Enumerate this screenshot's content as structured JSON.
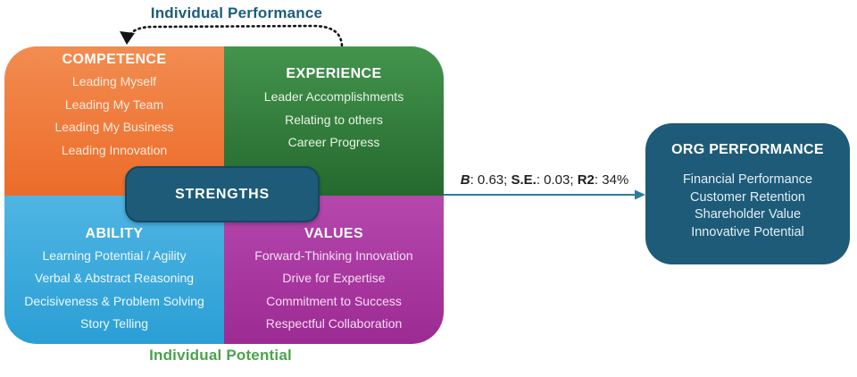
{
  "labels": {
    "individual_performance": "Individual Performance",
    "individual_potential": "Individual Potential"
  },
  "quadrants": [
    {
      "title": "COMPETENCE",
      "items": [
        "Leading Myself",
        "Leading My Team",
        "Leading My Business",
        "Leading Innovation"
      ],
      "color_top": "#F28C51",
      "color_bottom": "#EC6C29"
    },
    {
      "title": "EXPERIENCE",
      "items": [
        "Leader Accomplishments",
        "Relating to others",
        "Career Progress"
      ],
      "color_top": "#43944D",
      "color_bottom": "#25692E"
    },
    {
      "title": "ABILITY",
      "items": [
        "Learning Potential / Agility",
        "Verbal & Abstract Reasoning",
        "Decisiveness & Problem Solving",
        "Story Telling"
      ],
      "color_top": "#4FB5E3",
      "color_bottom": "#2A9FD5"
    },
    {
      "title": "VALUES",
      "items": [
        "Forward-Thinking Innovation",
        "Drive for Expertise",
        "Commitment to Success",
        "Respectful Collaboration"
      ],
      "color_top": "#B547AD",
      "color_bottom": "#9C2B94"
    }
  ],
  "strengths": {
    "label": "STRENGTHS",
    "color": "#1D5B79"
  },
  "connector": {
    "color": "#2D7D9A",
    "stats": [
      {
        "text": "B"
      },
      {
        "text": ": 0.63; "
      },
      {
        "text": "S.E."
      },
      {
        "text": ": 0.03; "
      },
      {
        "text": "R2"
      },
      {
        "text": ": 34%"
      }
    ]
  },
  "org_performance": {
    "title": "ORG PERFORMANCE",
    "color": "#1D5B79",
    "items": [
      "Financial Performance",
      "Customer Retention",
      "Shareholder Value",
      "Innovative Potential"
    ]
  }
}
